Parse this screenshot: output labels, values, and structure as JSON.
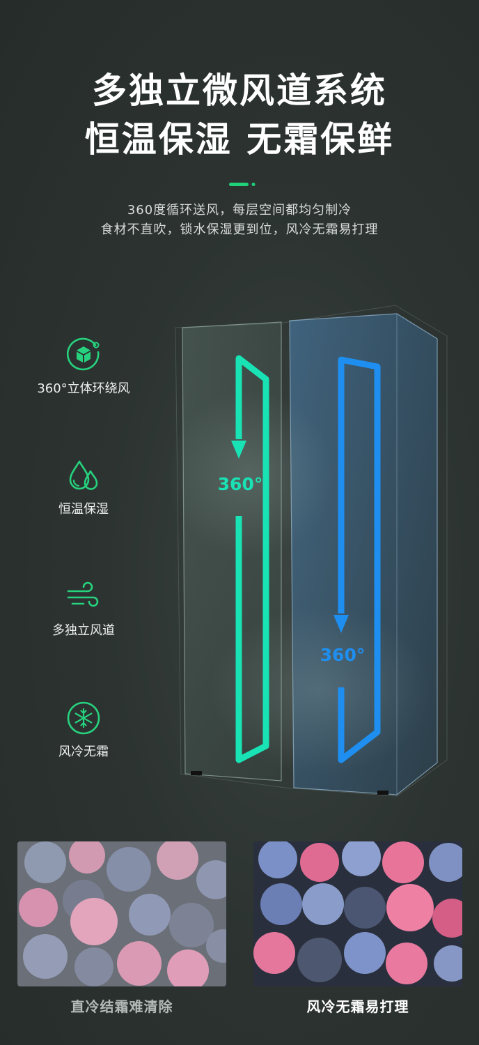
{
  "header": {
    "title_line1": "多独立微风道系统",
    "title_line2": "恒温保湿 无霜保鲜",
    "desc_line1": "360度循环送风，每层空间都均匀制冷",
    "desc_line2": "食材不直吹，锁水保湿更到位，风冷无霜易打理"
  },
  "features": [
    {
      "label": "360°立体环绕风",
      "icon": "cube-airflow-icon"
    },
    {
      "label": "恒温保湿",
      "icon": "water-drops-icon"
    },
    {
      "label": "多独立风道",
      "icon": "wind-icon"
    },
    {
      "label": "风冷无霜",
      "icon": "snowflake-icon"
    }
  ],
  "fridge": {
    "left_label": "360°",
    "right_label": "360°"
  },
  "comparison": {
    "left_caption": "直冷结霜难清除",
    "right_caption": "风冷无霜易打理"
  },
  "colors": {
    "accent_green": "#1fd27a",
    "icon_green": "#27d27e",
    "airflow_teal": "#19e2b4",
    "airflow_blue": "#1e8ff0"
  }
}
